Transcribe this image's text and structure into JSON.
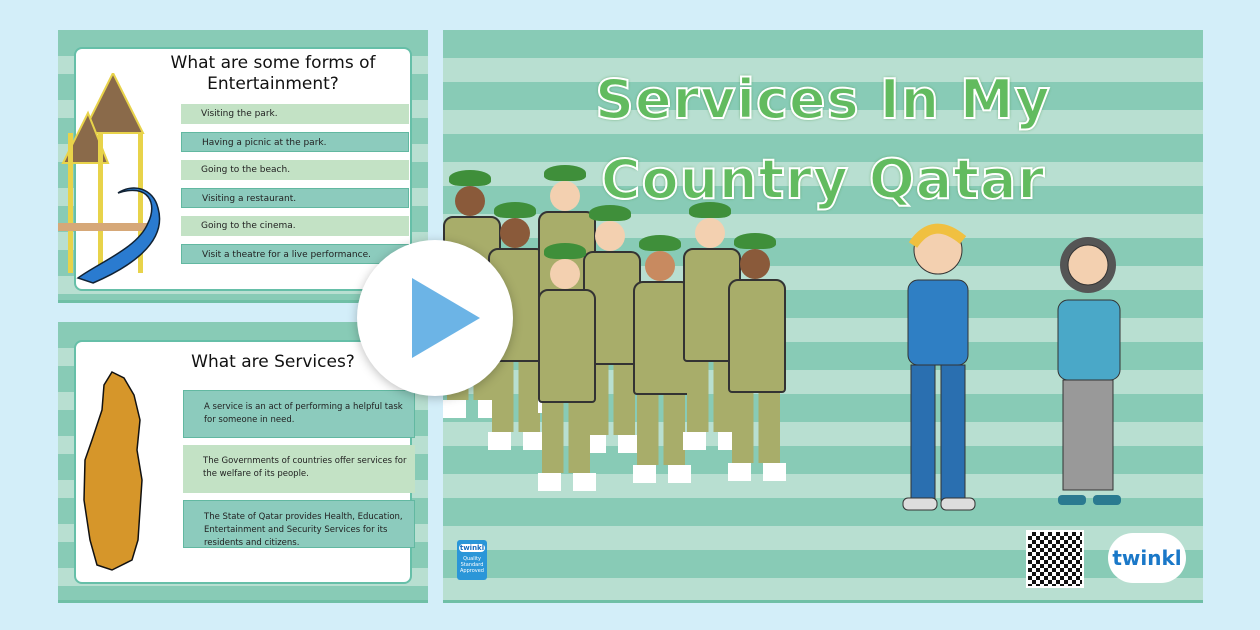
{
  "slide_entertainment": {
    "title": "What are some forms of Entertainment?",
    "items": [
      "Visiting the park.",
      "Having a picnic at the park.",
      "Going to the beach.",
      "Visiting a restaurant.",
      "Going to the cinema.",
      "Visit a theatre for a live performance."
    ]
  },
  "slide_services": {
    "title": "What are Services?",
    "items": [
      "A service is an act of performing a helpful task for someone in need.",
      "The Governments of countries offer services for the welfare of its people.",
      "The State of Qatar provides Health, Education, Entertainment and Security Services for its residents and citizens."
    ]
  },
  "main_slide": {
    "title_line1": "Services In My",
    "title_line2": "Country Qatar",
    "badge_brand": "twinkl",
    "badge_text": "Quality Standard Approved",
    "logo": "twinkl"
  },
  "icons": {
    "play": "play-icon",
    "qr": "qr-code-icon"
  },
  "colors": {
    "background": "#d3eef9",
    "stripe_dark": "#88cbb6",
    "stripe_light": "#b8dfd1",
    "title_green": "#62bb5f",
    "play_blue": "#6cb4e6"
  }
}
